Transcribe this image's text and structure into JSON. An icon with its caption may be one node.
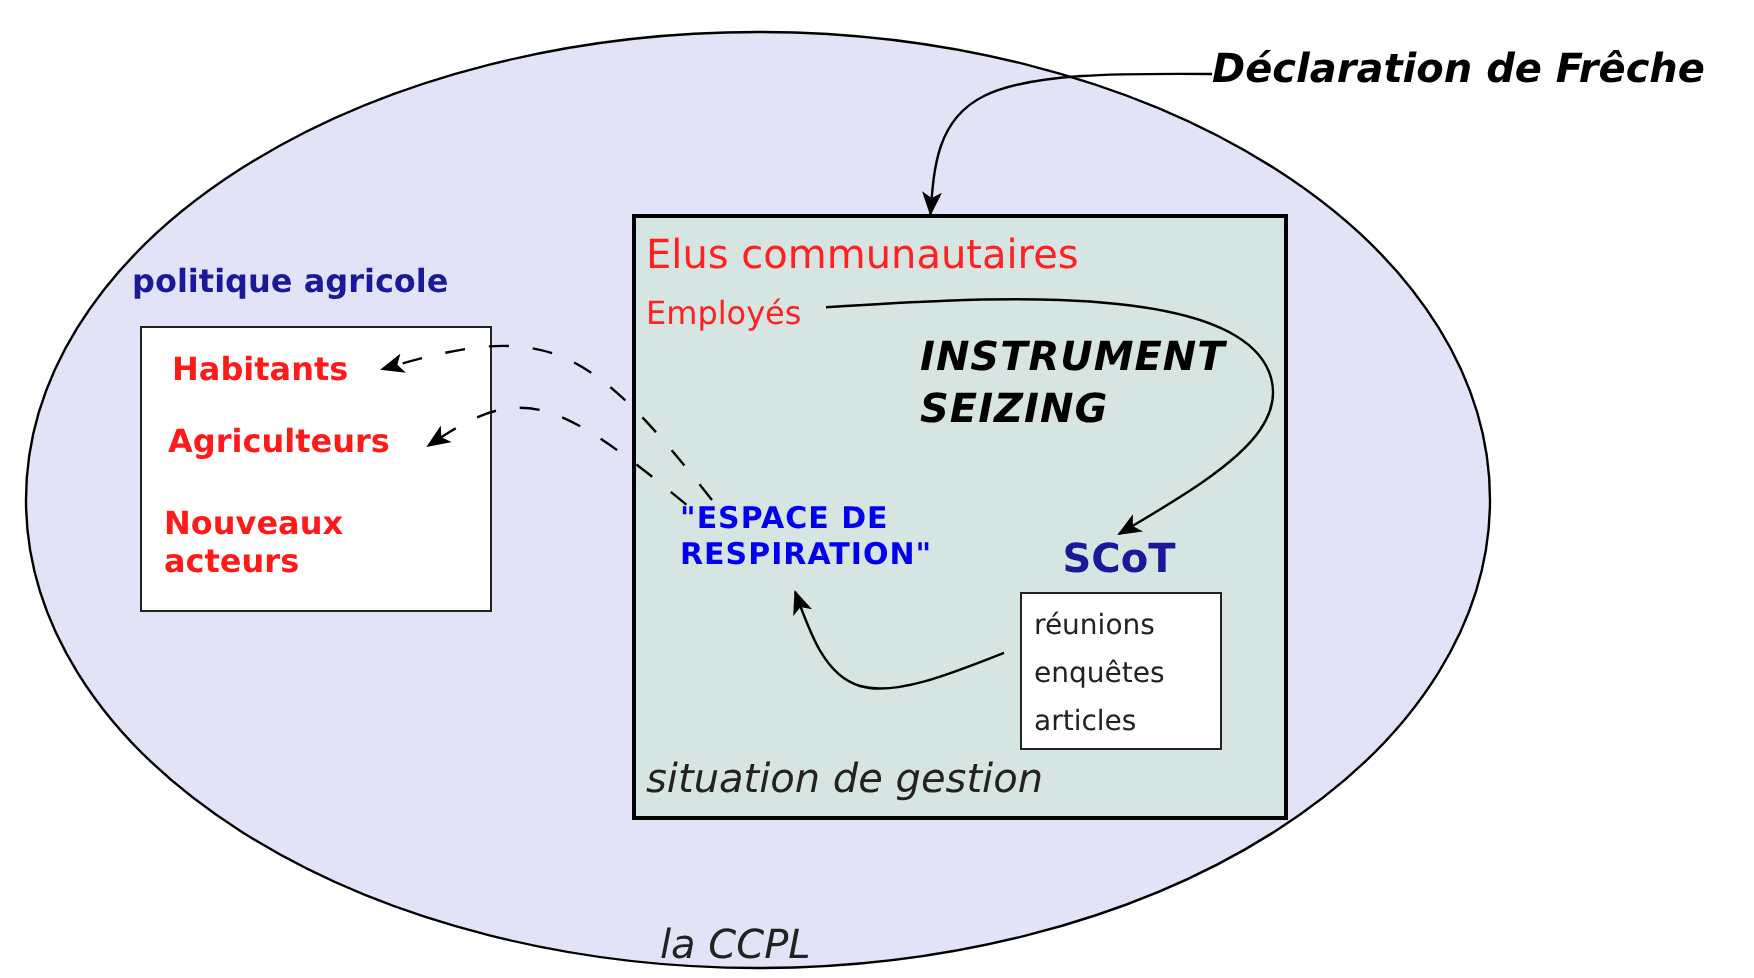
{
  "diagram": {
    "nodes": [
      {
        "text": [
          "la CCPL"
        ]
      },
      {
        "text": [
          "Déclaration de Frêche"
        ]
      },
      {
        "text": [
          "Elus communautaires",
          "situation de gestion"
        ],
        "in": 0
      },
      {
        "text": [
          "Employés"
        ],
        "in": 2
      },
      {
        "text": [
          "\"ESPACE DE RESPIRATION\""
        ],
        "in": 2
      },
      {
        "text": [
          "SCoT",
          "réunions enquêtes articles"
        ],
        "in": 2
      },
      {
        "text": [
          "politique agricole"
        ],
        "in": 0
      },
      {
        "text": [
          "Habitants"
        ],
        "in": 6
      },
      {
        "text": [
          "Agriculteurs"
        ],
        "in": 6
      },
      {
        "text": [
          "Nouveaux acteurs"
        ],
        "in": 6
      }
    ],
    "edges": [
      {
        "from": 1,
        "to": 2,
        "arrow": "to"
      },
      {
        "from": 3,
        "to": 5,
        "arrow": "to"
      },
      {
        "from": 5,
        "to": 4,
        "arrow": "to"
      },
      {
        "from": 4,
        "to": 7,
        "arrow": "to",
        "style": "dashed"
      },
      {
        "from": 4,
        "to": 8,
        "arrow": "to",
        "style": "dashed"
      }
    ],
    "labels": [
      "INSTRUMENT SEIZING"
    ]
  }
}
